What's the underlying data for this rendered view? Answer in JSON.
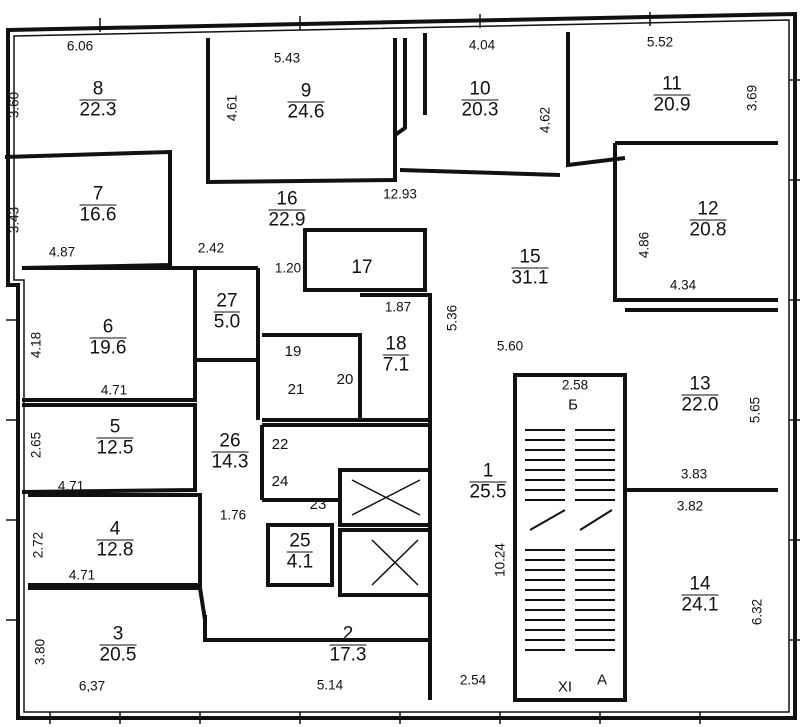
{
  "rooms": [
    {
      "id": "1",
      "area": "25.5"
    },
    {
      "id": "2",
      "area": "17.3"
    },
    {
      "id": "3",
      "area": "20.5"
    },
    {
      "id": "4",
      "area": "12.8"
    },
    {
      "id": "5",
      "area": "12.5"
    },
    {
      "id": "6",
      "area": "19.6"
    },
    {
      "id": "7",
      "area": "16.6"
    },
    {
      "id": "8",
      "area": "22.3"
    },
    {
      "id": "9",
      "area": "24.6"
    },
    {
      "id": "10",
      "area": "20.3"
    },
    {
      "id": "11",
      "area": "20.9"
    },
    {
      "id": "12",
      "area": "20.8"
    },
    {
      "id": "13",
      "area": "22.0"
    },
    {
      "id": "14",
      "area": "24.1"
    },
    {
      "id": "15",
      "area": "31.1"
    },
    {
      "id": "16",
      "area": "22.9"
    },
    {
      "id": "17",
      "area": ""
    },
    {
      "id": "18",
      "area": "7.1"
    },
    {
      "id": "19",
      "area": ""
    },
    {
      "id": "20",
      "area": ""
    },
    {
      "id": "21",
      "area": ""
    },
    {
      "id": "22",
      "area": ""
    },
    {
      "id": "23",
      "area": ""
    },
    {
      "id": "24",
      "area": ""
    },
    {
      "id": "25",
      "area": "4.1"
    },
    {
      "id": "26",
      "area": "14.3"
    },
    {
      "id": "27",
      "area": "5.0"
    }
  ],
  "dimensions": {
    "d_6_06": "6.06",
    "d_5_43": "5.43",
    "d_4_04": "4.04",
    "d_5_52": "5.52",
    "d_3_60": "3.60",
    "d_4_61": "4.61",
    "d_4_62": "4.62",
    "d_3_69": "3.69",
    "d_12_93": "12.93",
    "d_3_43": "3.43",
    "d_4_87": "4.87",
    "d_2_42": "2.42",
    "d_1_20": "1.20",
    "d_4_86": "4.86",
    "d_4_34": "4.34",
    "d_1_87": "1.87",
    "d_5_36": "5.36",
    "d_4_18": "4.18",
    "d_5_60": "5.60",
    "d_4_71_a": "4.71",
    "d_2_58": "2.58",
    "d_2_65": "2.65",
    "d_5_65": "5.65",
    "d_4_71_b": "4.71",
    "d_3_83": "3.83",
    "d_3_82": "3.82",
    "d_1_76": "1.76",
    "d_2_72": "2.72",
    "d_10_24": "10.24",
    "d_4_71_c": "4.71",
    "d_6_32": "6.32",
    "d_3_80": "3.80",
    "d_6_37": "6,37",
    "d_5_14": "5.14",
    "d_2_54": "2.54"
  },
  "marks": {
    "stair_b": "Б",
    "axis_xi": "XI",
    "axis_a": "A"
  }
}
